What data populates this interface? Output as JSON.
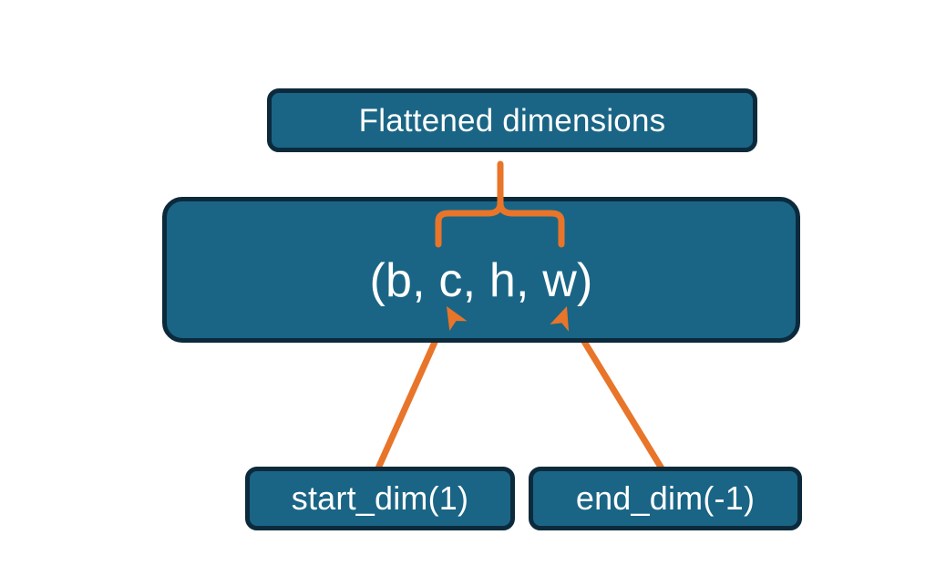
{
  "diagram": {
    "title_node": {
      "label": "Flattened dimensions"
    },
    "shape_node": {
      "label": "(b, c, h, w)"
    },
    "start_node": {
      "label": "start_dim(1)"
    },
    "end_node": {
      "label": "end_dim(-1)"
    },
    "connectors": {
      "brace_name": "curly-brace-connector",
      "arrow_left_name": "arrow-start-dim",
      "arrow_right_name": "arrow-end-dim"
    },
    "colors": {
      "node_fill": "#1a6585",
      "node_border": "#0c2a3c",
      "node_text": "#ffffff",
      "accent_orange": "#e8752a",
      "background": "#ffffff"
    }
  }
}
